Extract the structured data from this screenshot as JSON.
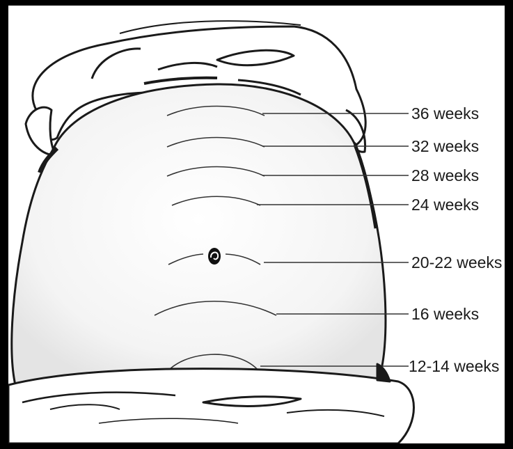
{
  "labels": [
    {
      "text": "36 weeks"
    },
    {
      "text": "32 weeks"
    },
    {
      "text": "28 weeks"
    },
    {
      "text": "24 weeks"
    },
    {
      "text": "20-22 weeks"
    },
    {
      "text": "16 weeks"
    },
    {
      "text": "12-14 weeks"
    }
  ],
  "colors": {
    "frame": "#000000",
    "paper": "#ffffff",
    "ink": "#1a1a1a"
  }
}
